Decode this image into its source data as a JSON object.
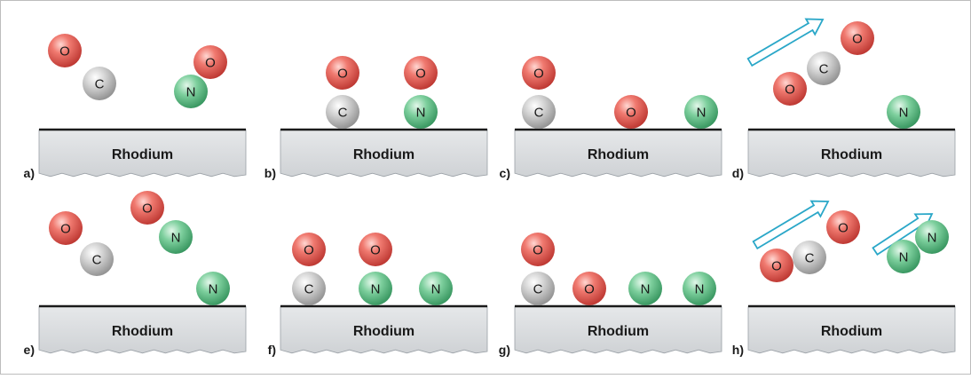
{
  "substrate_label": "Rhodium",
  "colors": {
    "oxygen": "#e0524f",
    "carbon": "#bfbfbf",
    "nitrogen": "#5fbf86",
    "arrow": "#2aa7c8",
    "surface_fill": "#d9dcdf",
    "surface_line": "#1a1a1a",
    "frame": "#bdbdbd"
  },
  "icons": {
    "molecule": "sphere-atom-icon",
    "desorption": "outline-arrow-icon"
  },
  "panels": [
    {
      "id": "a",
      "label": "a)",
      "atoms": [
        "O",
        "C",
        "O",
        "N"
      ],
      "arrows": 0
    },
    {
      "id": "b",
      "label": "b)",
      "atoms": [
        "O",
        "C",
        "O",
        "N"
      ],
      "arrows": 0
    },
    {
      "id": "c",
      "label": "c)",
      "atoms": [
        "O",
        "C",
        "O",
        "N"
      ],
      "arrows": 0
    },
    {
      "id": "d",
      "label": "d)",
      "atoms": [
        "O",
        "C",
        "O",
        "N"
      ],
      "arrows": 1
    },
    {
      "id": "e",
      "label": "e)",
      "atoms": [
        "O",
        "C",
        "O",
        "N",
        "N"
      ],
      "arrows": 0
    },
    {
      "id": "f",
      "label": "f)",
      "atoms": [
        "O",
        "C",
        "O",
        "N",
        "N"
      ],
      "arrows": 0
    },
    {
      "id": "g",
      "label": "g)",
      "atoms": [
        "O",
        "C",
        "O",
        "N",
        "N"
      ],
      "arrows": 0
    },
    {
      "id": "h",
      "label": "h)",
      "atoms": [
        "O",
        "C",
        "O",
        "N",
        "N"
      ],
      "arrows": 2
    }
  ]
}
